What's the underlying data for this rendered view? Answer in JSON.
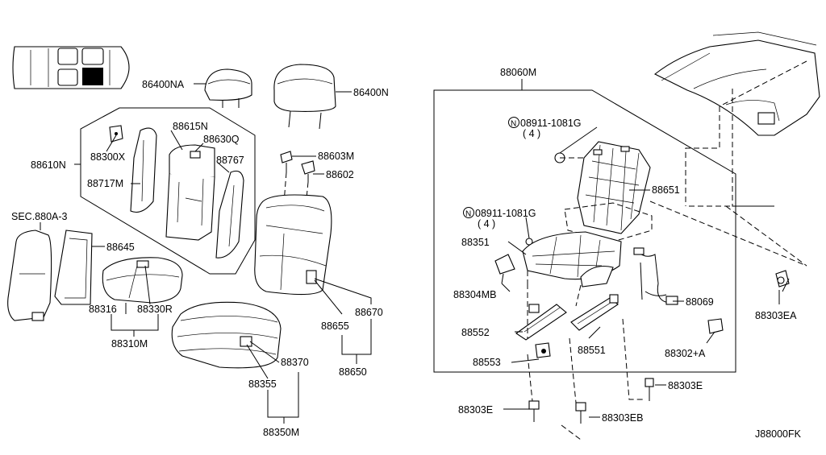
{
  "diagram": {
    "code": "J88000FK",
    "accent_color": "#000000",
    "labels": {
      "p86400NA": "86400NA",
      "p86400N": "86400N",
      "p88615N": "88615N",
      "p88630Q": "88630Q",
      "p88610N": "88610N",
      "p88300X": "88300X",
      "p88717M": "88717M",
      "p88767": "88767",
      "p88603M": "88603M",
      "p88602": "88602",
      "sec880A3": "SEC.880A-3",
      "p88645": "88645",
      "p88316": "88316",
      "p88330R": "88330R",
      "p88310M": "88310M",
      "p88655": "88655",
      "p88670": "88670",
      "p88650": "88650",
      "p88370": "88370",
      "p88355": "88355",
      "p88350M": "88350M",
      "p88060M": "88060M",
      "nut1": "08911-1081G",
      "nut1qty": "( 4 )",
      "nut2": "08911-1081G",
      "nut2qty": "( 4 )",
      "nSymbol": "N",
      "p88651": "88651",
      "p88351": "88351",
      "p88304MB": "88304MB",
      "p88069": "88069",
      "p88303EA": "88303EA",
      "p88552": "88552",
      "p88551": "88551",
      "p88302A": "88302+A",
      "p88553": "88553",
      "p88303E_right": "88303E",
      "p88303E_left": "88303E",
      "p88303EB": "88303EB"
    }
  }
}
